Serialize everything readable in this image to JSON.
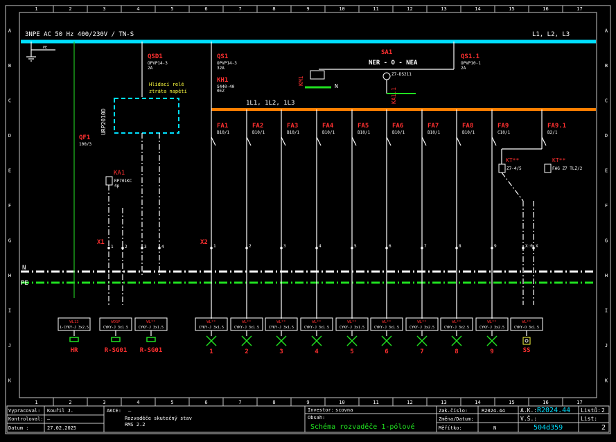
{
  "ruler": {
    "cols": [
      "1",
      "2",
      "3",
      "4",
      "5",
      "6",
      "7",
      "8",
      "9",
      "10",
      "11",
      "12",
      "13",
      "14",
      "15",
      "16",
      "17"
    ],
    "rows": [
      "A",
      "B",
      "C",
      "D",
      "E",
      "F",
      "G",
      "H",
      "I",
      "J",
      "K"
    ]
  },
  "supply": {
    "label": "3NPE AC 50 Hz 400/230V / TN-S",
    "phases": "L1, L2, L3",
    "pe": "PE"
  },
  "bus_internal": {
    "label": "1L1, 1L2, 1L3"
  },
  "main_devices": {
    "qsd1": {
      "tag": "QSD1",
      "type": "OPVP14-3",
      "rating": "2A"
    },
    "qs1": {
      "tag": "QS1",
      "type": "OPVP14-3",
      "rating": "32A"
    },
    "kh1": {
      "tag": "KH1",
      "type": "S440-40",
      "rating": "0EZ"
    },
    "sa1": {
      "tag": "SA1",
      "mode": "NER - O - NEA"
    },
    "qs11": {
      "tag": "QS1.1",
      "type": "OPVP10-1",
      "rating": "2A"
    },
    "km1": {
      "tag": "KM1",
      "label": "N"
    },
    "ka11": {
      "tag": "KA1.1",
      "type": "Z7-DS211"
    },
    "urp": {
      "tag": "URP2010D",
      "note1": "Hlídací relé",
      "note2": "ztráta napětí"
    },
    "qf1": {
      "tag": "QF1",
      "rating": "100/3"
    },
    "ka1": {
      "tag": "KA1",
      "type": "RP701KC",
      "extra": "4p"
    },
    "kt1": {
      "tag": "KT**",
      "type": "Z7-4/5"
    },
    "kt2": {
      "tag": "KT**",
      "type": "FAG Z7 TLZ/2"
    }
  },
  "breakers": [
    {
      "tag": "FA1",
      "rating": "B10/1"
    },
    {
      "tag": "FA2",
      "rating": "B10/1"
    },
    {
      "tag": "FA3",
      "rating": "B10/1"
    },
    {
      "tag": "FA4",
      "rating": "B10/1"
    },
    {
      "tag": "FA5",
      "rating": "B10/1"
    },
    {
      "tag": "FA6",
      "rating": "B10/1"
    },
    {
      "tag": "FA7",
      "rating": "B10/1"
    },
    {
      "tag": "FA8",
      "rating": "B10/1"
    },
    {
      "tag": "FA9",
      "rating": "C10/1"
    },
    {
      "tag": "FA9.1",
      "rating": "B2/1"
    }
  ],
  "terminals": {
    "x1_tag": "X1",
    "x2_tag": "X2",
    "x1": [
      "1",
      "2",
      "3",
      "4"
    ],
    "x2": [
      "1",
      "2",
      "3",
      "4",
      "5",
      "6",
      "7",
      "8",
      "9",
      "X:0",
      "X"
    ],
    "n_label": "N",
    "pe_label": "PE"
  },
  "cables": [
    {
      "tag": "WL13",
      "type": "1-CYKY-J 3x2.5"
    },
    {
      "tag": "WOSP",
      "type": "CYKY-J 3x1.5"
    },
    {
      "tag": "WL**",
      "type": "CYKY-J 3x1.5"
    },
    {
      "tag": "WL**",
      "type": "CYKY-J 3x1.5"
    },
    {
      "tag": "WL**",
      "type": "CYKY-J 3x1.5"
    },
    {
      "tag": "WL**",
      "type": "CYKY-J 3x1.5"
    },
    {
      "tag": "WL**",
      "type": "CYKY-J 3x1.5"
    },
    {
      "tag": "WL**",
      "type": "CYKY-J 3x1.5"
    },
    {
      "tag": "WL**",
      "type": "CYKY-J 3x1.5"
    },
    {
      "tag": "WL**",
      "type": "CYKY-J 3x2.5"
    },
    {
      "tag": "WL**",
      "type": "CYKY-J 3x2.5"
    },
    {
      "tag": "WL**",
      "type": "CYKY-J 3x2.5"
    },
    {
      "tag": "WL**",
      "type": "CYKY-O 3x1.5"
    }
  ],
  "loads": [
    "HR",
    "R-SG01",
    "R-SG01",
    "1",
    "2",
    "3",
    "4",
    "5",
    "6",
    "7",
    "8",
    "9",
    "SS"
  ],
  "title_block": {
    "vypracoval_label": "Vypracoval:",
    "vypracoval_value": "Kouřil J.",
    "kontroloval_label": "Kontroloval:",
    "kontroloval_value": "—",
    "datum_label": "Datum :",
    "datum_value": "27.02.2025",
    "akce_label": "AKCE:",
    "akce_value": "—",
    "akce_line1": "Rozvaděče skutečný stav",
    "akce_line2": "RMS 2.2",
    "investor_label": "Investor:",
    "investor_value": "scovna",
    "obsah_label": "Obsah:",
    "obsah_value": "Schéma rozvaděče 1-pólové",
    "zakcislo_label": "Zak.číslo:",
    "zakcislo_value": "R2024.44",
    "zmena_label": "Změna/Datum:",
    "meritko_label": "Měřítko:",
    "meritko_value": "N",
    "ak_label": "A.K.:",
    "ak_value": "R2024.44",
    "vs_label": "V.Š.:",
    "vs_value": "504d359",
    "listu_label": "Listů:",
    "listu_value": "2",
    "list_label": "List:",
    "list_value": "2"
  },
  "colors": {
    "bus_top": "#00e0ff",
    "bus_internal": "#ff8000",
    "pe_bus": "#20e020",
    "n_bus": "#ffffff",
    "tags": "#ff3030",
    "notes": "#ffff40"
  }
}
